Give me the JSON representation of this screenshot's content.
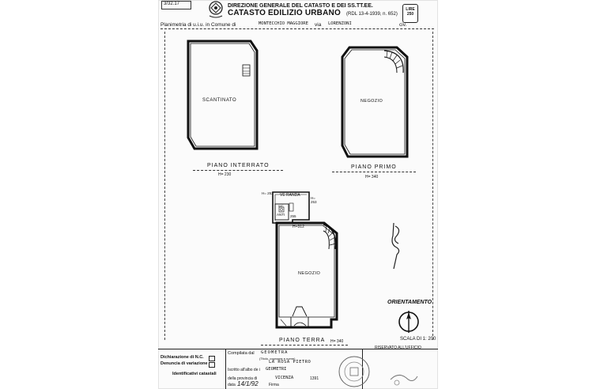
{
  "corner_stamp": "3/32.17",
  "header": {
    "ministry": "DIREZIONE GENERALE DEL CATASTO E DEI SS.TT.EE.",
    "title": "CATASTO EDILIZIO URBANO",
    "law": "(RDL 13-4-1939, n. 652)",
    "form_box": "LIRE 250",
    "plan_line": "Planimetria di u.i.u. in Comune di",
    "comune": "MONTECCHIO MAGGIORE",
    "via_label": "via",
    "via": "LORENZONI",
    "civ_label": "civ."
  },
  "floors": [
    {
      "title": "PIANO  INTERRATO",
      "height": "H= 230",
      "room": "SCANTINATO"
    },
    {
      "title": "PIANO  PRIMO",
      "height": "H= 340",
      "room": "NEGOZIO"
    },
    {
      "title": "PIANO  TERRA",
      "height": "H= 340",
      "room": "NEGOZIO"
    }
  ],
  "ground_labels": {
    "veranda": "VE RANDA",
    "wc": "WC",
    "anti": "ANTI",
    "h253a": "H= 253",
    "h253b": "H= 253",
    "h312": "H=312",
    "h255": "255"
  },
  "orientation": "ORIENTAMENTO",
  "scale": "SCALA DI 1: 200",
  "footer": {
    "declaration": "Dichiarazione di N.C.",
    "variation": "Denuncia di variazione",
    "identifiers": "Identificativi catastali",
    "compiled_by": "Compilata dal",
    "compiler": "GEOMETRA",
    "name_note": "(Titolo, cognome e nome)",
    "surveyor": "LA  ROSA  PIETRO",
    "register": "Iscritto all'albo de i",
    "register_value": "GEOMETRI",
    "province_label": "della provincia di",
    "province": "VICENZA",
    "number": "1391",
    "date_label": "data",
    "date": "14/1/92",
    "signature_label": "Firma",
    "office": "RISERVATO ALL'UFFICIO"
  }
}
